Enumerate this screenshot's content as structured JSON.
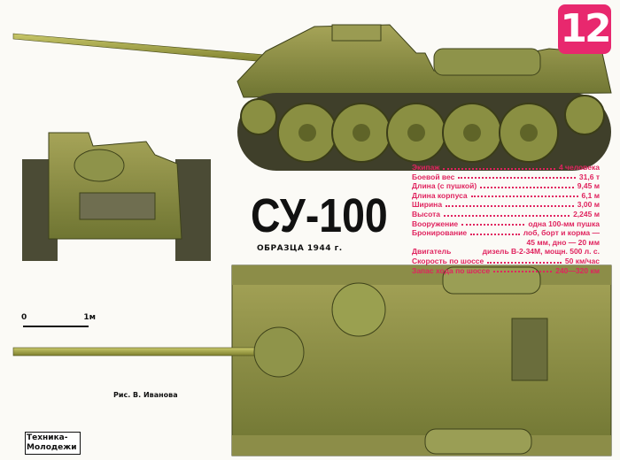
{
  "issue_number": "12",
  "title": "СУ-100",
  "subtitle": "ОБРАЗЦА 1944 г.",
  "specs": [
    {
      "label": "Экипаж",
      "value": "4 человека"
    },
    {
      "label": "Боевой вес",
      "value": "31,6 т"
    },
    {
      "label": "Длина (с пушкой)",
      "value": "9,45 м"
    },
    {
      "label": "Длина корпуса",
      "value": "6,1 м"
    },
    {
      "label": "Ширина",
      "value": "3,00 м"
    },
    {
      "label": "Высота",
      "value": "2,245 м"
    },
    {
      "label": "Вооружение",
      "value": "одна 100-мм пушка"
    },
    {
      "label": "Бронирование",
      "value": "лоб, борт и корма —"
    },
    {
      "label": "",
      "value": "45 мм, дно — 20 мм"
    },
    {
      "label": "Двигатель",
      "value": "дизель В-2-34М, мощн. 500 л. с."
    },
    {
      "label": "Скорость по шоссе",
      "value": "50 км/час"
    },
    {
      "label": "Запас хода по шоссе",
      "value": "240—320 км"
    }
  ],
  "scale": {
    "start": "0",
    "end": "1м"
  },
  "credit": "Рис. В. Иванова",
  "logo": {
    "line1": "Техника-",
    "line2": "Молодежи"
  },
  "colors": {
    "accent": "#e0245f",
    "olive": "#7f8a3a"
  }
}
